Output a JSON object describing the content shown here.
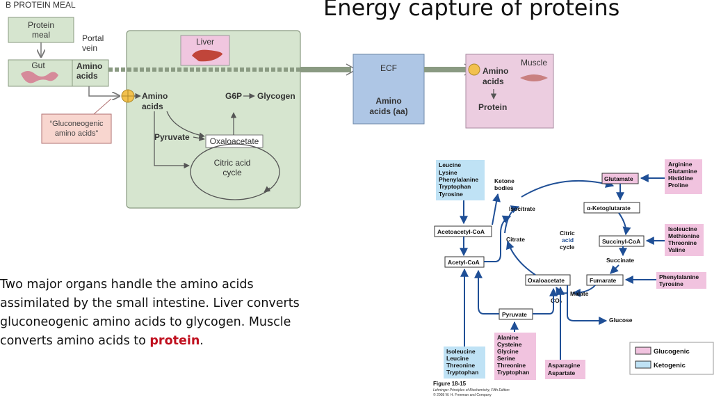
{
  "slide": {
    "title": "Energy capture of proteins",
    "panel_tag": "B  PROTEIN MEAL",
    "paragraph": "Two major organs handle the amino acids assimilated by the small intestine. Liver converts gluconeogenic amino acids to glycogen. Muscle converts amino acids to ",
    "paragraph_highlight": "protein",
    "paragraph_end": "."
  },
  "left_diagram": {
    "protein_meal": [
      "Protein",
      "meal"
    ],
    "portal_vein": [
      "Portal",
      "vein"
    ],
    "gut": "Gut",
    "amino_acids": [
      "Amino",
      "acids"
    ],
    "gluconeogenic": [
      "“Gluconeogenic",
      "amino acids”"
    ],
    "liver": "Liver",
    "liver_amino": [
      "Amino",
      "acids"
    ],
    "g6p": "G6P",
    "glycogen": "Glycogen",
    "pyruvate": "Pyruvate",
    "oxaloacetate": "Oxaloacetate",
    "citric_cycle": [
      "Citric acid",
      "cycle"
    ],
    "ecf": "ECF",
    "ecf_amino": [
      "Amino",
      "acids (aa)"
    ],
    "muscle": "Muscle",
    "muscle_amino": [
      "Amino",
      "acids"
    ],
    "protein": "Protein"
  },
  "right_diagram": {
    "box_top_left": [
      "Leucine",
      "Lysine",
      "Phenylalanine",
      "Tryptophan",
      "Tyrosine"
    ],
    "ketone_bodies": [
      "Ketone",
      "bodies"
    ],
    "acetoacetyl_coa": "Acetoacetyl-CoA",
    "acetyl_coa": "Acetyl-CoA",
    "isocitrate": "Isocitrate",
    "citrate": "Citrate",
    "citric_cycle": [
      "Citric",
      "acid",
      "cycle"
    ],
    "glutamate": "Glutamate",
    "alpha_kg": "α-Ketoglutarate",
    "succinyl_coa": "Succinyl-CoA",
    "succinate": "Succinate",
    "fumarate": "Fumarate",
    "oxaloacetate": "Oxaloacetate",
    "malate": "Malate",
    "co2": "CO₂",
    "pyruvate": "Pyruvate",
    "glucose": "Glucose",
    "box_top_right": [
      "Arginine",
      "Glutamine",
      "Histidine",
      "Proline"
    ],
    "box_succinyl": [
      "Isoleucine",
      "Methionine",
      "Threonine",
      "Valine"
    ],
    "box_fumarate": [
      "Phenylalanine",
      "Tyrosine"
    ],
    "box_pyruvate": [
      "Alanine",
      "Cysteine",
      "Glycine",
      "Serine",
      "Threonine",
      "Tryptophan"
    ],
    "box_acetyl": [
      "Isoleucine",
      "Leucine",
      "Threonine",
      "Tryptophan"
    ],
    "box_oxalo": [
      "Asparagine",
      "Aspartate"
    ],
    "legend": [
      "Glucogenic",
      "Ketogenic"
    ],
    "figure_label": "Figure 18-15",
    "figure_credit": [
      "Lehninger Principles of Biochemistry, Fifth Edition",
      "© 2008 W. H. Freeman and Company"
    ]
  },
  "colors": {
    "liver_bg": "#d6e5cf",
    "liver_border": "#8a9a82",
    "ecf_bg": "#aec6e5",
    "muscle_bg": "#eccde0",
    "liver_tag_bg": "#f0c6df",
    "glucogenic": "#f1c3df",
    "ketogenic": "#bfe2f5",
    "pathway_arrow": "#1f4f96",
    "highlight": "#c0101f"
  }
}
